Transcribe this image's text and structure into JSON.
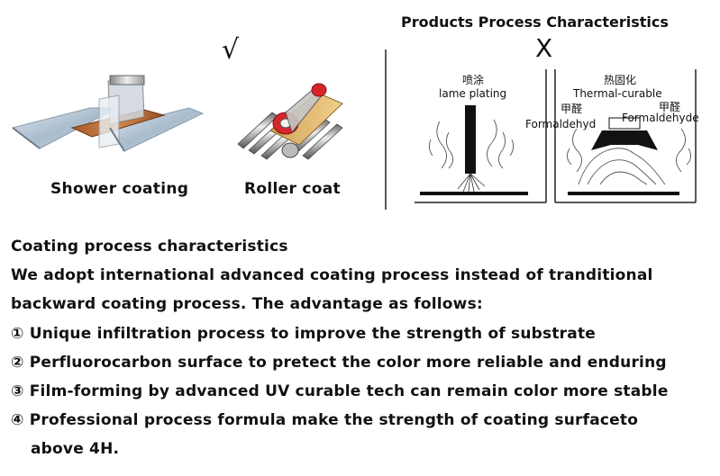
{
  "top_left": {
    "check_mark": "√",
    "shower_caption": "Shower coating",
    "roller_caption": "Roller coat"
  },
  "top_right": {
    "title": "Products Process Characteristics",
    "cross_mark": "X",
    "left_panel": {
      "chinese_label": "喷涂",
      "english_label": "lame plating"
    },
    "right_panel": {
      "chinese_label": "热固化",
      "english_label": "Thermal-curable",
      "left_chinese": "甲醛",
      "left_english": "Formaldehyd",
      "right_chinese": "甲醛",
      "right_english": "Formaldehyde"
    }
  },
  "description": {
    "heading": "Coating process characteristics",
    "intro_line1": "We adopt international advanced coating process instead of  tranditional",
    "intro_line2": "backward coating process. The advantage as follows:",
    "item1": "① Unique infiltration process to improve the strength of substrate",
    "item2": "② Perfluorocarbon surface to pretect the color more reliable and enduring",
    "item3": "③ Film-forming by advanced UV curable tech can remain color more stable",
    "item4_line1": "④ Professional process formula make the strength of coating surfaceto",
    "item4_line2": "above 4H."
  }
}
